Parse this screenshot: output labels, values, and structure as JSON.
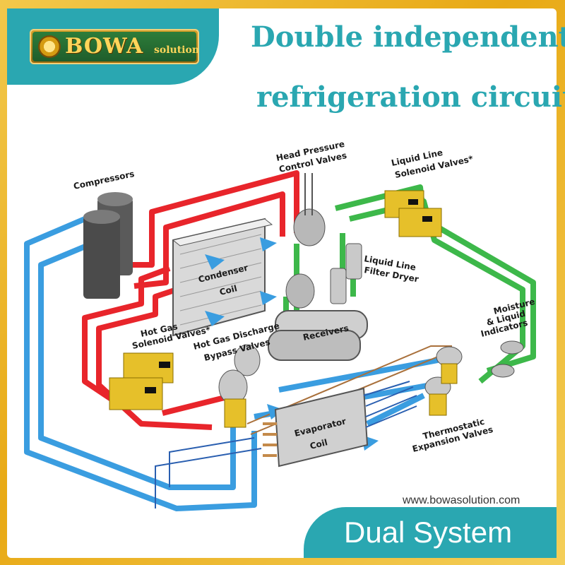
{
  "logo": {
    "brand": "BOWA",
    "suffix": "solution"
  },
  "title": {
    "line1": "Double independent",
    "line2": "refrigeration circuit"
  },
  "labels": {
    "compressors": "Compressors",
    "head_pressure_1": "Head Pressure",
    "head_pressure_2": "Control Valves",
    "liquid_line_solenoid_1": "Liquid Line",
    "liquid_line_solenoid_2": "Solenoid Valves*",
    "condenser_1": "Condenser",
    "condenser_2": "Coil",
    "filter_1": "Liquid Line",
    "filter_2": "Filter Dryer",
    "receivers": "Receivers",
    "hot_gas_solenoid_1": "Hot Gas",
    "hot_gas_solenoid_2": "Solenoid Valves*",
    "bypass_1": "Hot Gas Discharge",
    "bypass_2": "Bypass Valves",
    "moisture_1": "Moisture",
    "moisture_2": "& Liquid",
    "moisture_3": "Indicators",
    "evaporator_1": "Evaporator",
    "evaporator_2": "Coil",
    "txv_1": "Thermostatic",
    "txv_2": "Expansion Valves"
  },
  "footer": {
    "url": "www.bowasolution.com",
    "system": "Dual System"
  },
  "colors": {
    "accent": "#2aa7b1",
    "frame_gold": "#e8a915",
    "hot_gas_line": "#e8252b",
    "liquid_line": "#3db84a",
    "suction_line": "#3a9de0",
    "valve_brass": "#e6c02a"
  }
}
